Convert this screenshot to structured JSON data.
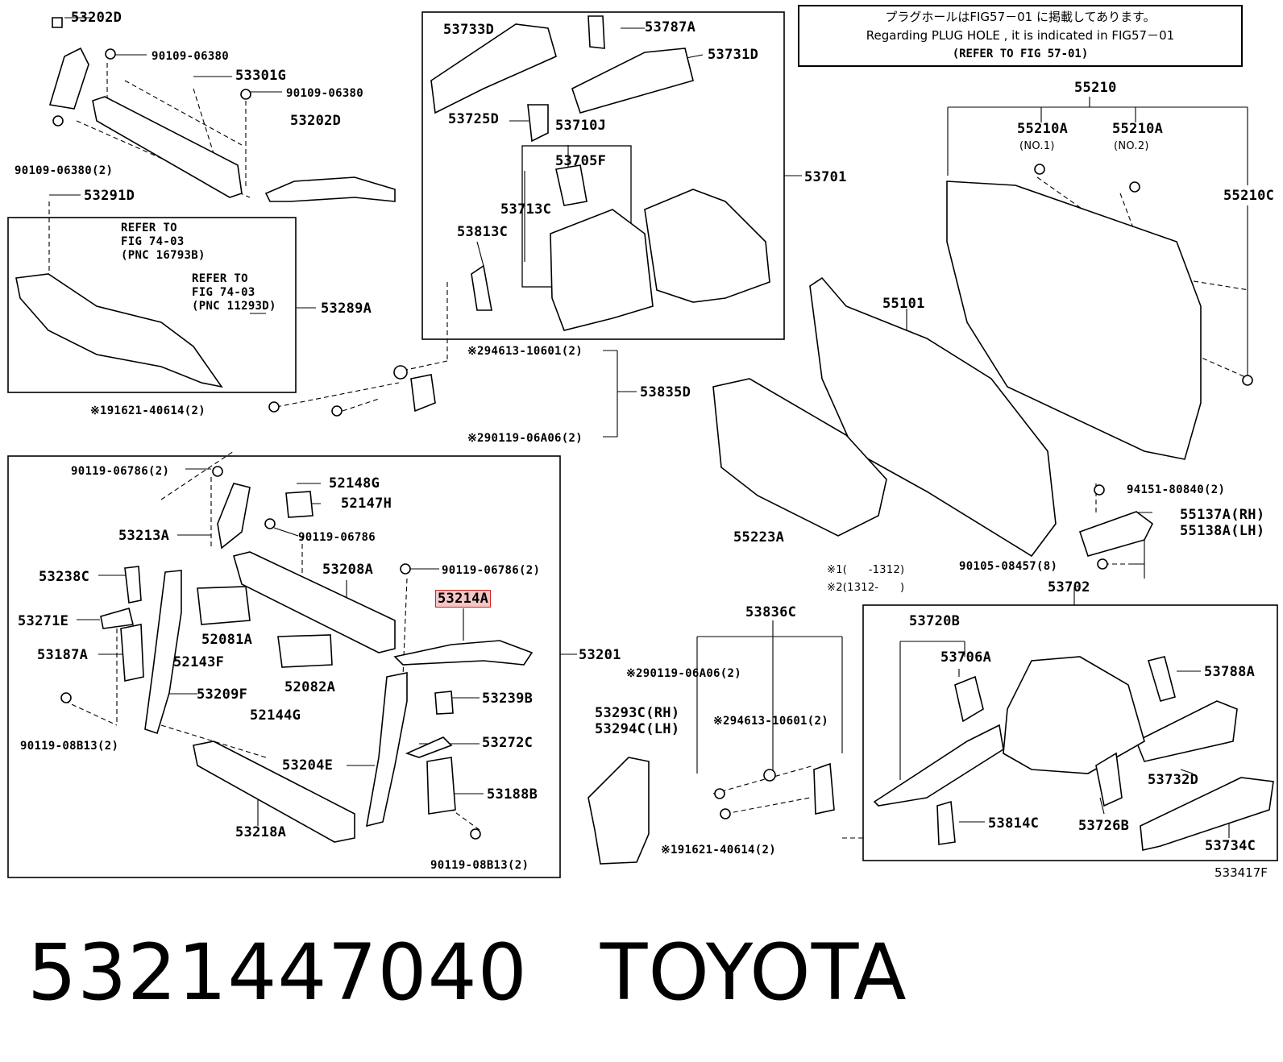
{
  "note": {
    "line1": "プラグホールはFIG57－01 に掲載してあります。",
    "line2": "Regarding PLUG HOLE , it is indicated in FIG57－01",
    "line3": "(REFER TO FIG 57-01)"
  },
  "labels": {
    "p53202D_a": "53202D",
    "p90109_06380_a": "90109-06380",
    "p53301G": "53301G",
    "p90109_06380_b": "90109-06380",
    "p90109_06380_2": "90109-06380(2)",
    "p53202D_b": "53202D",
    "p53291D": "53291D",
    "refer1": "REFER TO\nFIG 74-03\n(PNC 16793B)",
    "refer2": "REFER TO\nFIG 74-03\n(PNC 11293D)",
    "p53289A": "53289A",
    "p53733D": "53733D",
    "p53787A": "53787A",
    "p53731D": "53731D",
    "p53725D": "53725D",
    "p53710J": "53710J",
    "p53705F": "53705F",
    "p53713C": "53713C",
    "p53813C": "53813C",
    "p53701": "53701",
    "p294613_a": "※294613-10601(2)",
    "p53835D": "53835D",
    "p191621_a": "※191621-40614(2)",
    "p290119_a": "※290119-06A06(2)",
    "p55210": "55210",
    "p55210A_1": "55210A",
    "no1": "(NO.1)",
    "p55210A_2": "55210A",
    "no2": "(NO.2)",
    "p55210C": "55210C",
    "p55101": "55101",
    "p55223A": "55223A",
    "p94151": "94151-80840(2)",
    "p55137A": "55137A(RH)",
    "p55138A": "55138A(LH)",
    "p90105": "90105-08457(8)",
    "note1": "※1(　　-1312)",
    "note2": "※2(1312-　　)",
    "p53702": "53702",
    "p90119_06786_2a": "90119-06786(2)",
    "p52148G": "52148G",
    "p52147H": "52147H",
    "p90119_06786": "90119-06786",
    "p53213A": "53213A",
    "p53208A": "53208A",
    "p53238C": "53238C",
    "p90119_06786_2b": "90119-06786(2)",
    "p53214A": "53214A",
    "p53271E": "53271E",
    "p52081A": "52081A",
    "p53187A": "53187A",
    "p52143F": "52143F",
    "p53201": "53201",
    "p53209F": "53209F",
    "p52082A": "52082A",
    "p53239B": "53239B",
    "p52144G": "52144G",
    "p90119_08B13_a": "90119-08B13(2)",
    "p53272C": "53272C",
    "p53204E": "53204E",
    "p53188B": "53188B",
    "p53218A": "53218A",
    "p90119_08B13_b": "90119-08B13(2)",
    "p53836C": "53836C",
    "p290119_b": "※290119-06A06(2)",
    "p53293C": "53293C(RH)",
    "p53294C": "53294C(LH)",
    "p294613_b": "※294613-10601(2)",
    "p191621_b": "※191621-40614(2)",
    "p53720B": "53720B",
    "p53706A": "53706A",
    "p53788A": "53788A",
    "p53732D": "53732D",
    "p53814C": "53814C",
    "p53726B": "53726B",
    "p53734C": "53734C"
  },
  "figure_code": "533417F",
  "footer": {
    "part_number": "5321447040",
    "brand": "TOYOTA"
  },
  "highlight_color": "#d62020"
}
